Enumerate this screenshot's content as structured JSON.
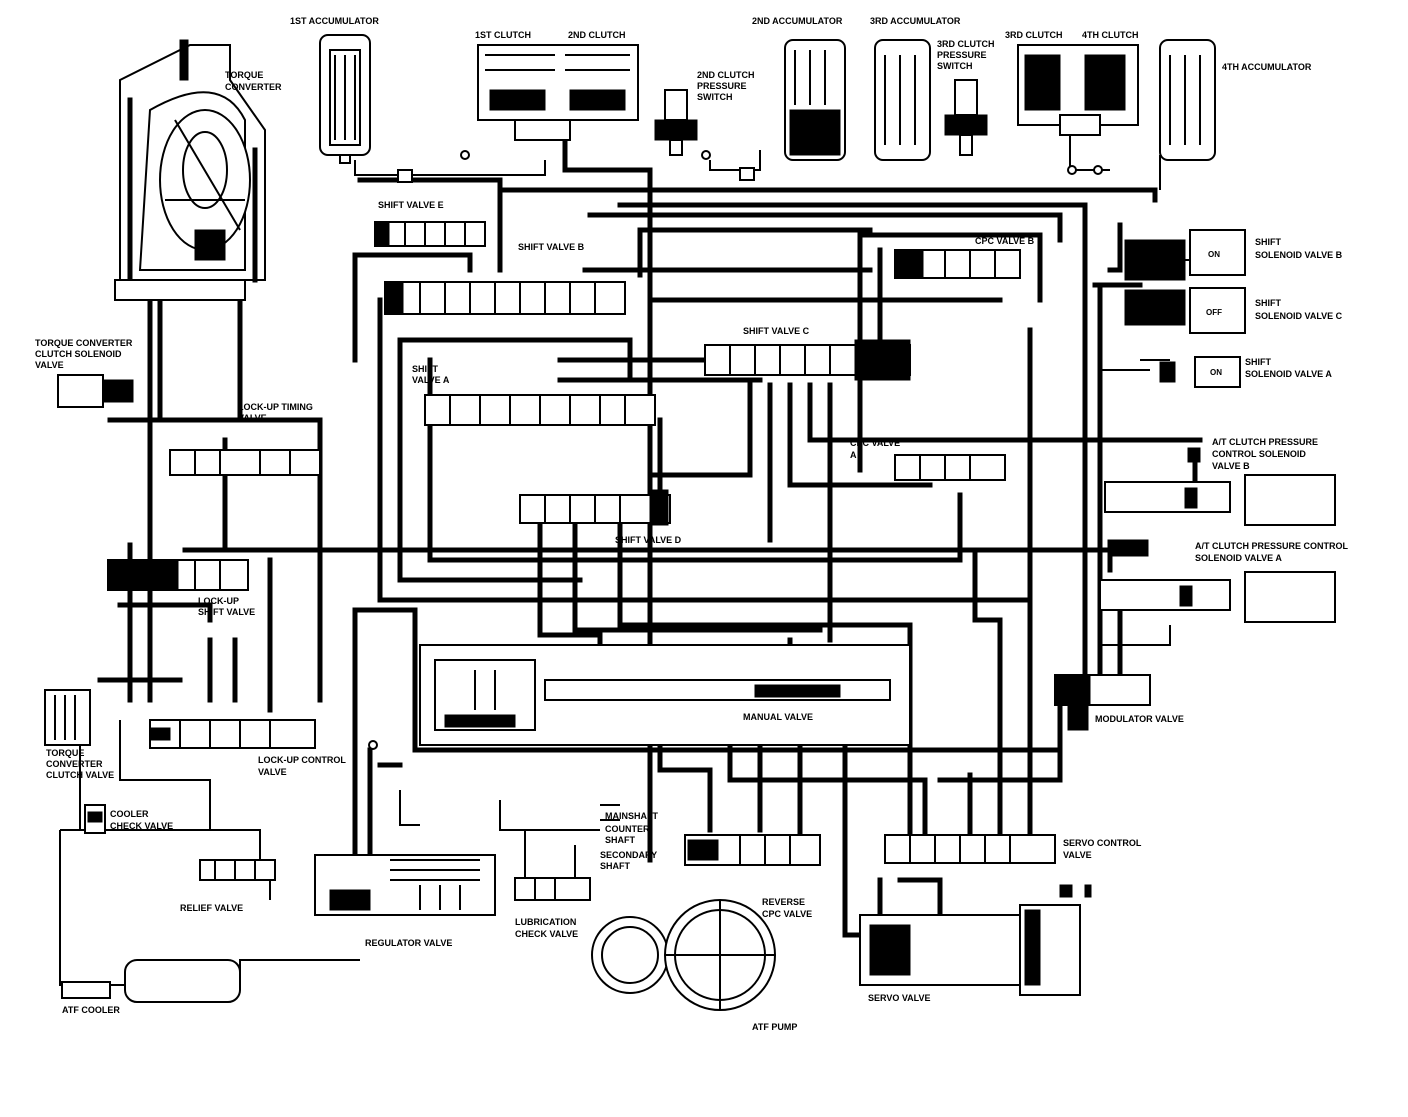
{
  "diagram": {
    "labels": {
      "first_accumulator": "1ST ACCUMULATOR",
      "first_clutch": "1ST CLUTCH",
      "second_clutch": "2ND CLUTCH",
      "second_clutch_pressure_switch": [
        "2ND CLUTCH",
        "PRESSURE",
        "SWITCH"
      ],
      "second_accumulator": "2ND ACCUMULATOR",
      "third_accumulator": "3RD ACCUMULATOR",
      "third_clutch_pressure_switch": [
        "3RD CLUTCH",
        "PRESSURE",
        "SWITCH"
      ],
      "third_clutch": "3RD CLUTCH",
      "fourth_clutch": "4TH CLUTCH",
      "fourth_accumulator": "4TH ACCUMULATOR",
      "torque_converter": [
        "TORQUE",
        "CONVERTER"
      ],
      "shift_valve_e": "SHIFT VALVE E",
      "shift_valve_b": "SHIFT VALVE B",
      "cpc_valve_b": "CPC VALVE B",
      "shift_solenoid_b": [
        "SHIFT",
        "SOLENOID VALVE B"
      ],
      "shift_solenoid_c": [
        "SHIFT",
        "SOLENOID VALVE C"
      ],
      "shift_solenoid_a": [
        "SHIFT",
        "SOLENOID VALVE A"
      ],
      "tcc_solenoid": [
        "TORQUE CONVERTER",
        "CLUTCH SOLENOID",
        "VALVE"
      ],
      "shift_valve_c": "SHIFT VALVE C",
      "shift_valve_a": [
        "SHIFT",
        "VALVE A"
      ],
      "lockup_timing": [
        "LOCK-UP TIMING",
        "VALVE"
      ],
      "cpc_valve_a": [
        "CPC VALVE",
        "A"
      ],
      "at_clutch_b": [
        "A/T CLUTCH PRESSURE",
        "CONTROL SOLENOID",
        "VALVE B"
      ],
      "at_clutch_a": [
        "A/T CLUTCH PRESSURE CONTROL",
        "SOLENOID VALVE A"
      ],
      "shift_valve_d": "SHIFT VALVE D",
      "lockup_shift": [
        "LOCK-UP",
        "SHIFT VALVE"
      ],
      "tc_check": [
        "TORQUE",
        "CONVERTER",
        "CLUTCH VALVE"
      ],
      "lockup_control": [
        "LOCK-UP CONTROL",
        "VALVE"
      ],
      "manual_valve": "MANUAL VALVE",
      "modulator_valve": "MODULATOR VALVE",
      "cooler_check": [
        "COOLER",
        "CHECK VALVE"
      ],
      "mainshaft": "MAINSHAFT",
      "countershaft": [
        "COUNTER-",
        "SHAFT"
      ],
      "secondary_shaft": [
        "SECONDARY",
        "SHAFT"
      ],
      "servo_control": [
        "SERVO CONTROL",
        "VALVE"
      ],
      "relief_valve": "RELIEF VALVE",
      "regulator_valve": "REGULATOR VALVE",
      "lubrication_check": [
        "LUBRICATION",
        "CHECK VALVE"
      ],
      "reverse_cpc": [
        "REVERSE",
        "CPC VALVE"
      ],
      "atf_cooler": "ATF COOLER",
      "atf_pump": "ATF PUMP",
      "servo_valve": "SERVO VALVE"
    },
    "solenoid_states": {
      "b": "ON",
      "c": "OFF",
      "a": "ON"
    }
  }
}
